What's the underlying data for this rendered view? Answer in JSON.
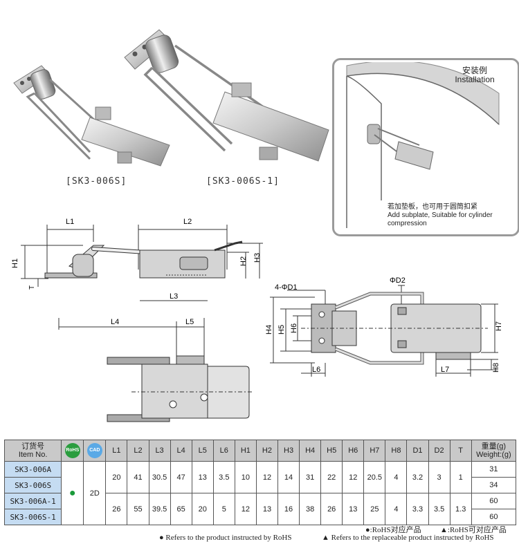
{
  "products": {
    "caption_small": "[SK3-006S]",
    "caption_large": "[SK3-006S-1]"
  },
  "installation": {
    "title_cn": "安装例",
    "title_en": "Installation",
    "note_cn": "若加垫板，也可用于圆筒扣紧",
    "note_en_line1": "Add subplate, Suitable for cylinder",
    "note_en_line2": "compression"
  },
  "dimensions": {
    "L1": "L1",
    "L2": "L2",
    "L3": "L3",
    "L4": "L4",
    "L5": "L5",
    "L6": "L6",
    "L7": "L7",
    "H1": "H1",
    "H2": "H2",
    "H3": "H3",
    "H4": "H4",
    "H5": "H5",
    "H6": "H6",
    "H7": "H7",
    "H8": "H8",
    "T": "T",
    "D1": "4-ΦD1",
    "D2": "ΦD2"
  },
  "table": {
    "header": {
      "item_cn": "订货号",
      "item_en": "Item No.",
      "rohs_icon": "RoHS",
      "cad_icon": "CAD",
      "cols": [
        "L1",
        "L2",
        "L3",
        "L4",
        "L5",
        "L6",
        "H1",
        "H2",
        "H3",
        "H4",
        "H5",
        "H6",
        "H7",
        "H8",
        "D1",
        "D2",
        "T"
      ],
      "weight_cn": "重量(g)",
      "weight_en": "Weight:(g)"
    },
    "items": [
      "SK3-006A",
      "SK3-006S",
      "SK3-006A-1",
      "SK3-006S-1"
    ],
    "cad_value": "2D",
    "rows": [
      [
        "20",
        "41",
        "30.5",
        "47",
        "13",
        "3.5",
        "10",
        "12",
        "14",
        "31",
        "22",
        "12",
        "20.5",
        "4",
        "3.2",
        "3",
        "1"
      ],
      [
        "26",
        "55",
        "39.5",
        "65",
        "20",
        "5",
        "12",
        "13",
        "16",
        "38",
        "26",
        "13",
        "25",
        "4",
        "3.3",
        "3.5",
        "1.3"
      ]
    ],
    "weights": [
      "31",
      "34",
      "60",
      "60"
    ]
  },
  "legend": {
    "rohs_cn": "●:RoHS对应产品",
    "replace_cn": "▲:RoHS可对应产品",
    "rohs_en": "● Refers to the product instructed by RoHS",
    "replace_en": "▲ Refers to the replaceable product instructed by RoHS"
  }
}
